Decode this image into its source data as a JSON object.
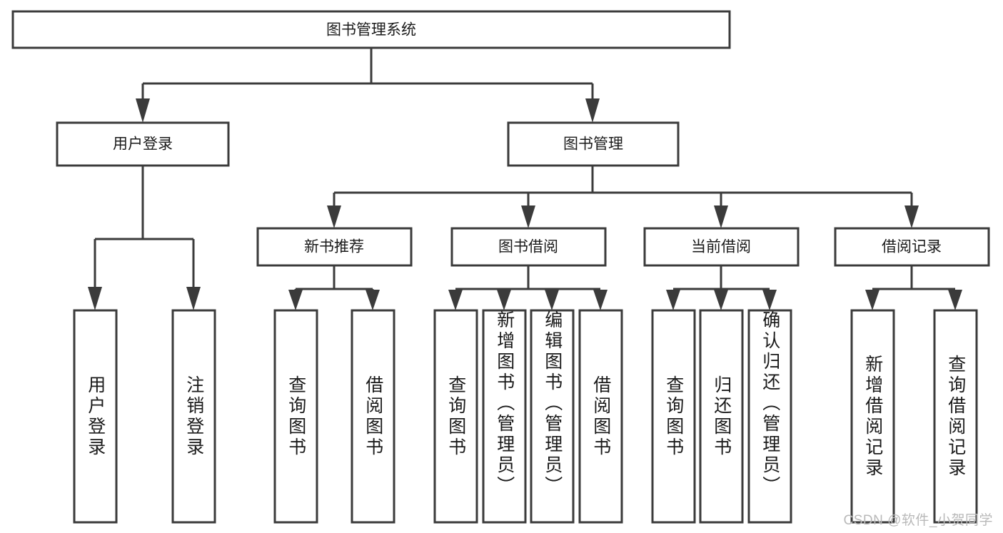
{
  "diagram": {
    "title": "图书管理系统",
    "type": "tree-hierarchy-diagram",
    "watermark": "CSDN @软件_小贺同学",
    "colors": {
      "stroke": "#3b3b3b",
      "fill": "#ffffff",
      "text": "#1a1a1a",
      "watermark": "#b9b9b9"
    },
    "root": {
      "label": "图书管理系统"
    },
    "level2": [
      {
        "id": "user-login",
        "label": "用户登录"
      },
      {
        "id": "book-management",
        "label": "图书管理"
      }
    ],
    "level3": [
      {
        "id": "new-book-recommend",
        "label": "新书推荐"
      },
      {
        "id": "book-borrow",
        "label": "图书借阅"
      },
      {
        "id": "current-borrow",
        "label": "当前借阅"
      },
      {
        "id": "borrow-record",
        "label": "借阅记录"
      }
    ],
    "leaves": {
      "user_login": [
        {
          "id": "leaf-user-login",
          "label": "用户登录"
        },
        {
          "id": "leaf-logout-login",
          "label": "注销登录"
        }
      ],
      "new_book_recommend": [
        {
          "id": "leaf-query-book-1",
          "label": "查询图书"
        },
        {
          "id": "leaf-borrow-book-1",
          "label": "借阅图书"
        }
      ],
      "book_borrow": [
        {
          "id": "leaf-query-book-2",
          "label": "查询图书"
        },
        {
          "id": "leaf-add-book",
          "label": "新增图书（管理员）"
        },
        {
          "id": "leaf-edit-book",
          "label": "编辑图书（管理员）"
        },
        {
          "id": "leaf-borrow-book-2",
          "label": "借阅图书"
        }
      ],
      "current_borrow": [
        {
          "id": "leaf-query-book-3",
          "label": "查询图书"
        },
        {
          "id": "leaf-return-book",
          "label": "归还图书"
        },
        {
          "id": "leaf-confirm-return",
          "label": "确认归还（管理员）"
        }
      ],
      "borrow_record": [
        {
          "id": "leaf-add-record",
          "label": "新增借阅记录"
        },
        {
          "id": "leaf-query-record",
          "label": "查询借阅记录"
        }
      ]
    }
  }
}
